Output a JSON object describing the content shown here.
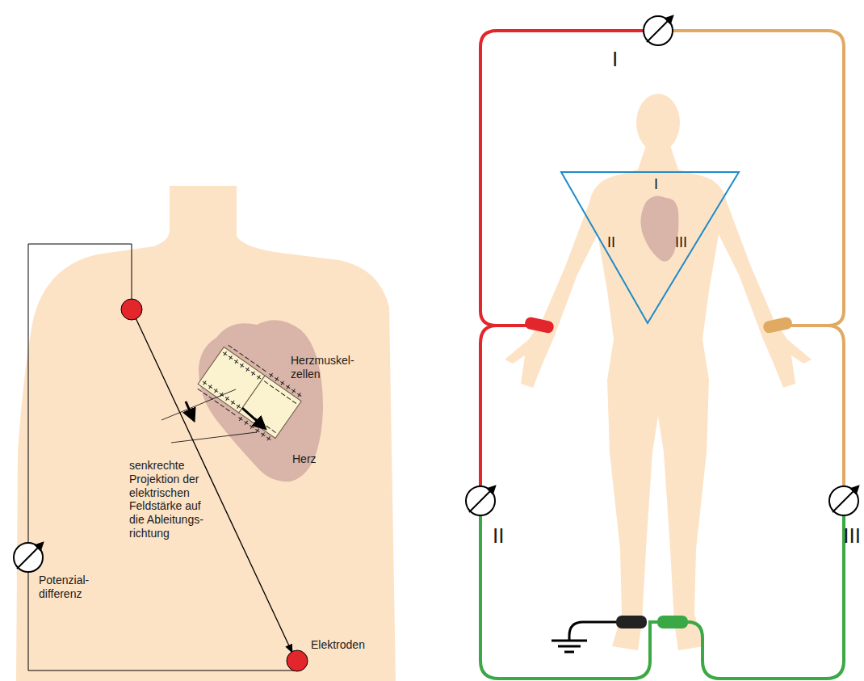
{
  "diagram": {
    "labels": [
      "Herzmuskel- zellen",
      "Herz",
      "senkrechte Projektion der elektrischen Feldstärke auf die Ableitungs- richtung",
      "Potenzial- differenz",
      "Elektroden",
      "I",
      "II",
      "III",
      "I",
      "II",
      "III"
    ]
  }
}
